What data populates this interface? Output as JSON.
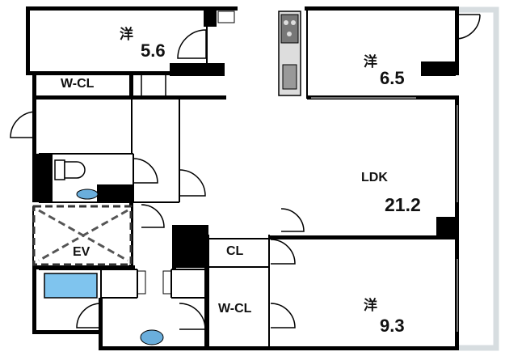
{
  "rooms": {
    "western_upper_left": {
      "kanji": "洋",
      "size": "5.6"
    },
    "western_upper_right": {
      "kanji": "洋",
      "size": "6.5"
    },
    "ldk": {
      "name": "LDK",
      "size": "21.2"
    },
    "western_lower_right": {
      "kanji": "洋",
      "size": "9.3"
    },
    "wcl_upper": {
      "name": "W-CL"
    },
    "wcl_lower": {
      "name": "W-CL"
    },
    "cl": {
      "name": "CL"
    },
    "ev": {
      "name": "EV"
    }
  },
  "colors": {
    "wall": "#000000",
    "balcony": "#d7dde0",
    "bathtub": "#7fc4ee",
    "basin": "#6aaedc",
    "stove": "#777777",
    "sink": "#999999"
  }
}
